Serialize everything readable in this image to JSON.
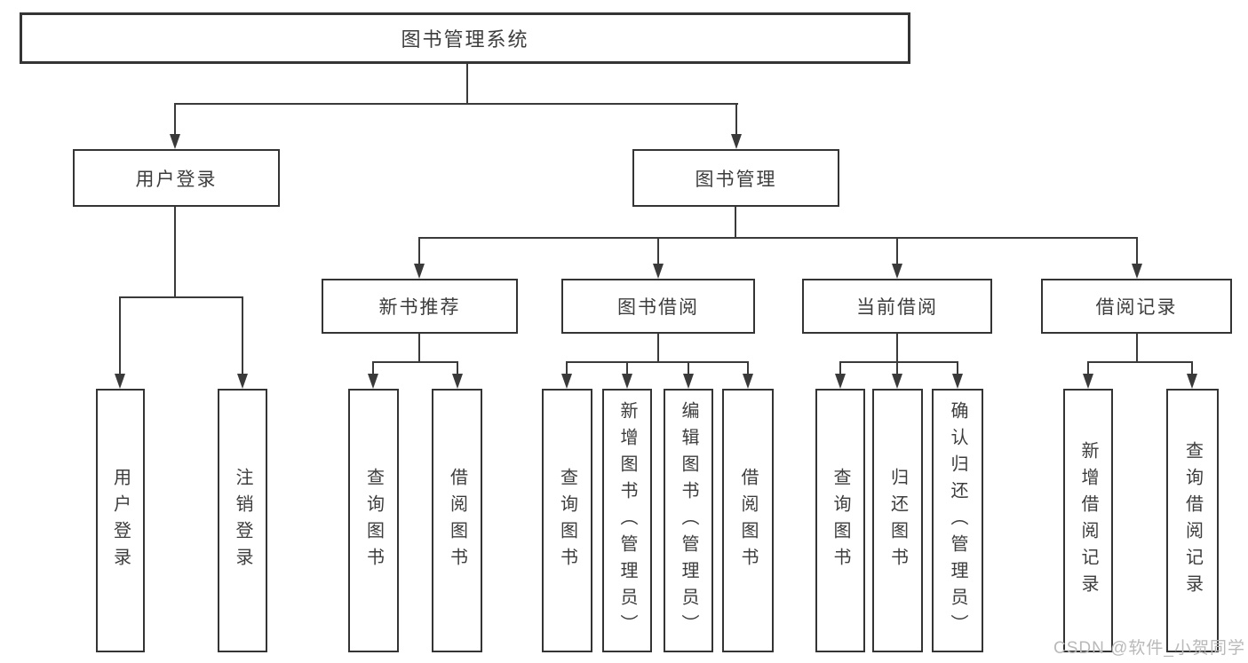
{
  "tree": {
    "label": "图书管理系统",
    "children": [
      {
        "label": "用户登录",
        "children": [
          {
            "label": "用户登录"
          },
          {
            "label": "注销登录"
          }
        ]
      },
      {
        "label": "图书管理",
        "children": [
          {
            "label": "新书推荐",
            "children": [
              {
                "label": "查询图书"
              },
              {
                "label": "借阅图书"
              }
            ]
          },
          {
            "label": "图书借阅",
            "children": [
              {
                "label": "查询图书"
              },
              {
                "label": "新增图书（管理员）"
              },
              {
                "label": "编辑图书（管理员）"
              },
              {
                "label": "借阅图书"
              }
            ]
          },
          {
            "label": "当前借阅",
            "children": [
              {
                "label": "查询图书"
              },
              {
                "label": "归还图书"
              },
              {
                "label": "确认归还（管理员）"
              }
            ]
          },
          {
            "label": "借阅记录",
            "children": [
              {
                "label": "新增借阅记录"
              },
              {
                "label": "查询借阅记录"
              }
            ]
          }
        ]
      }
    ]
  },
  "watermark": {
    "text": "CSDN @软件_小贺同学"
  },
  "colors": {
    "line": "#3a3a3a",
    "border": "#343434",
    "text": "#3d3d3d",
    "background": "#ffffff",
    "watermark": "#b9b9b9"
  }
}
